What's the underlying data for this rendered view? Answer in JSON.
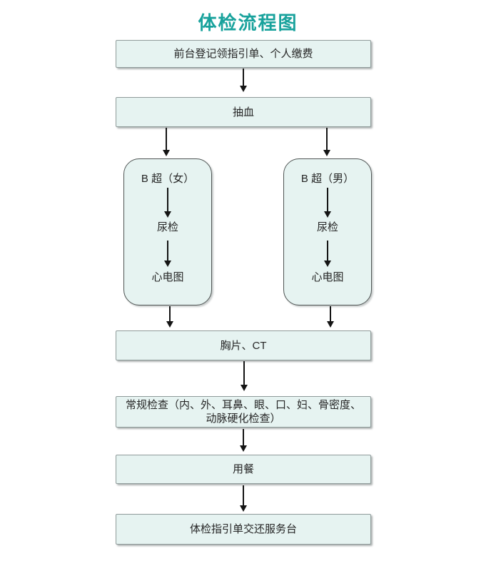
{
  "title": "体检流程图",
  "colors": {
    "accent": "#18a29c",
    "node_fill": "#e6f3f1",
    "node_border": "#8f9b9a",
    "branch_outline": "#4f5554",
    "text": "#262626",
    "arrow": "#141414"
  },
  "nodes": {
    "register": "前台登记领指引单、个人缴费",
    "blood": "抽血",
    "branch_female": {
      "ultrasound": "B 超（女）",
      "urine": "尿检",
      "ecg": "心电图"
    },
    "branch_male": {
      "ultrasound": "B 超（男）",
      "urine": "尿检",
      "ecg": "心电图"
    },
    "chest_ct": "胸片、CT",
    "regular_line1": "常规检查（内、外、耳鼻、眼、口、妇、骨密度、",
    "regular_line2": "动脉硬化检查）",
    "meal": "用餐",
    "return_guide": "体检指引单交还服务台"
  }
}
